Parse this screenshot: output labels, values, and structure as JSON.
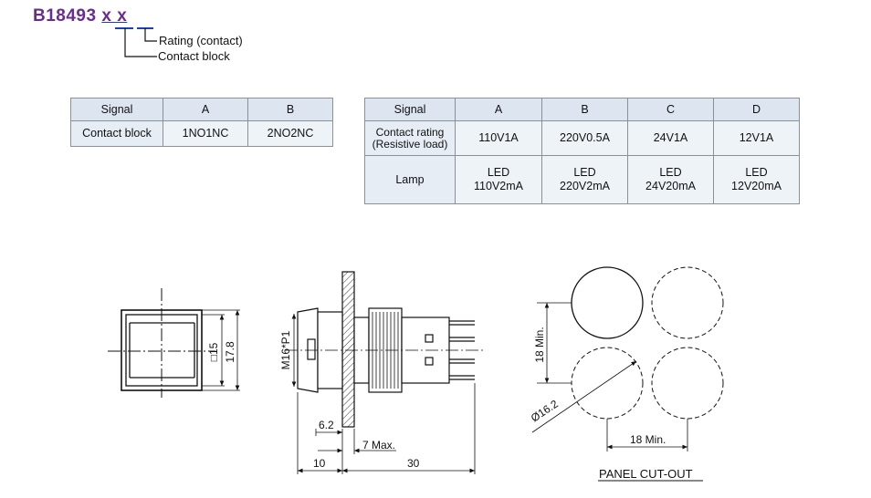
{
  "part_code": {
    "base": "B18493",
    "suffix": "x x",
    "rating_label": "Rating (contact)",
    "block_label": "Contact block"
  },
  "table_contact": {
    "headers": [
      "Signal",
      "A",
      "B"
    ],
    "row": [
      "Contact block",
      "1NO1NC",
      "2NO2NC"
    ]
  },
  "table_rating": {
    "headers": [
      "Signal",
      "A",
      "B",
      "C",
      "D"
    ],
    "rows": [
      {
        "label_1": "Contact rating",
        "label_2": "(Resistive load)",
        "cells": [
          [
            "110V1A"
          ],
          [
            "220V0.5A"
          ],
          [
            "24V1A"
          ],
          [
            "12V1A"
          ]
        ]
      },
      {
        "label_1": "Lamp",
        "label_2": "",
        "cells": [
          [
            "LED",
            "110V2mA"
          ],
          [
            "LED",
            "220V2mA"
          ],
          [
            "LED",
            "24V20mA"
          ],
          [
            "LED",
            "12V20mA"
          ]
        ]
      }
    ]
  },
  "front_view": {
    "dim_inner": "□15",
    "dim_outer": "17.8"
  },
  "side_view": {
    "thread": "M16*P1",
    "dim_62": "6.2",
    "dim_7max": "7 Max.",
    "dim_10": "10",
    "dim_30": "30"
  },
  "cutout": {
    "dim_vertical": "18 Min.",
    "dim_horizontal": "18 Min.",
    "dim_diameter": "Ø16.2",
    "title": "PANEL CUT-OUT"
  },
  "colors": {
    "part_code": "#6b2c8f",
    "code_marker": "#1a3fb8",
    "table_header": "#dde6f0"
  }
}
